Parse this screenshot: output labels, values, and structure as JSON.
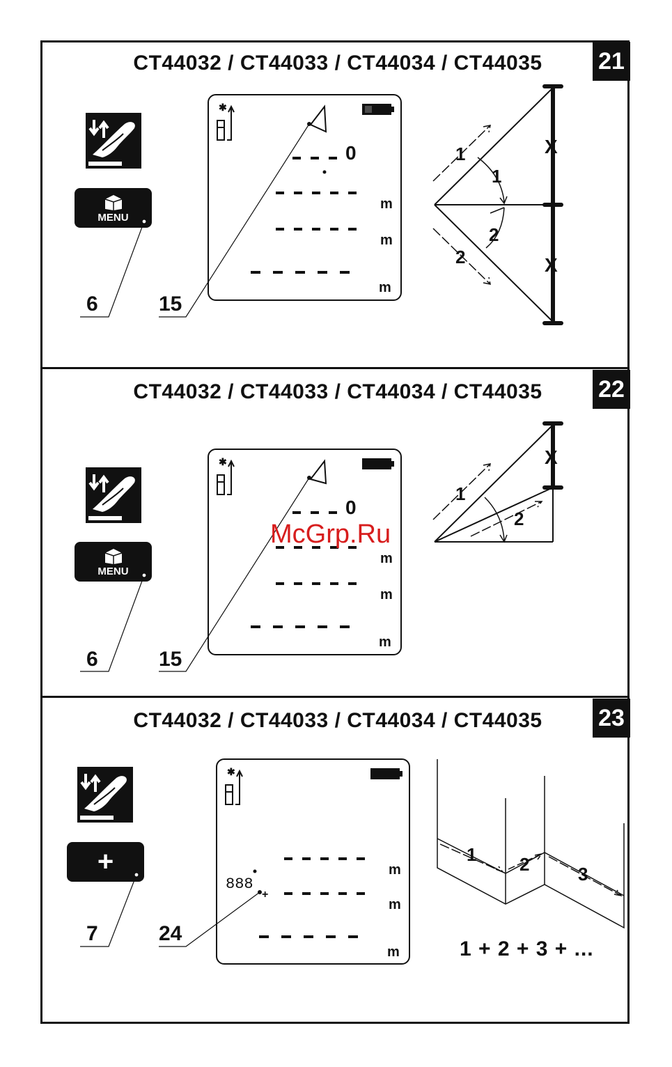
{
  "watermark": "McGrp.Ru",
  "panels": [
    {
      "number": "21",
      "title": "CT44032 / CT44033 / CT44034 / CT44035",
      "button_label": "MENU",
      "callouts": [
        "6",
        "15"
      ],
      "display": {
        "digit": "0",
        "units": [
          "m",
          "m",
          "m"
        ]
      },
      "diagram": {
        "x_label": "X",
        "ray_labels": [
          "1",
          "2"
        ],
        "angle_labels": [
          "1",
          "2"
        ]
      }
    },
    {
      "number": "22",
      "title": "CT44032 / CT44033 / CT44034 / CT44035",
      "button_label": "MENU",
      "callouts": [
        "6",
        "15"
      ],
      "display": {
        "digit": "0",
        "units": [
          "m",
          "m",
          "m"
        ]
      },
      "diagram": {
        "x_label": "X",
        "ray_labels": [
          "1",
          "2"
        ]
      }
    },
    {
      "number": "23",
      "title": "CT44032 / CT44033 / CT44034 / CT44035",
      "button_label": "+",
      "callouts": [
        "7",
        "24"
      ],
      "display": {
        "counter": "888",
        "plus": "+",
        "units": [
          "m",
          "m",
          "m"
        ]
      },
      "diagram": {
        "segment_labels": [
          "1",
          "2",
          "3"
        ],
        "formula": "1 + 2 + 3 + ..."
      }
    }
  ]
}
